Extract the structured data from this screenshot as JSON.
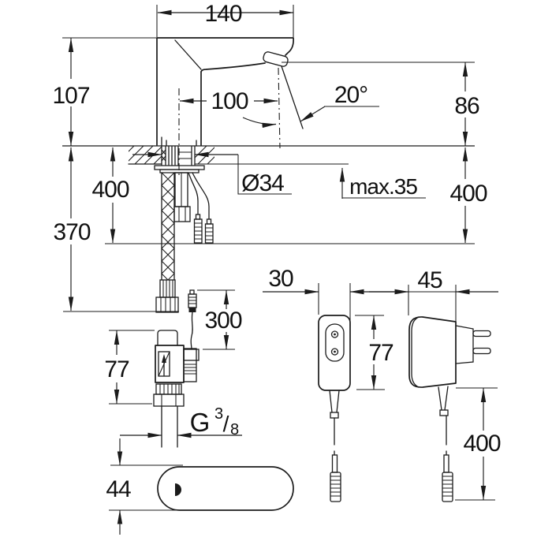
{
  "drawing": {
    "kind": "faucet-installation-dimension-drawing",
    "ink_color": "#1b1b1b",
    "background": "#ffffff"
  },
  "labels": {
    "top_width": "140",
    "body_height": "107",
    "spout_reach": "100",
    "spray_angle": "20°",
    "outlet_height": "86",
    "hole_diameter": "Ø34",
    "max_deck_thickness": "max.35",
    "right_below_deck": "400",
    "left_below_deck": "400",
    "hose_length": "370",
    "sensor_cable_length": "300",
    "valve_height": "77",
    "thread_g": "G",
    "thread_numerator": "3",
    "thread_slash": "/",
    "thread_denominator": "8",
    "base_width": "44",
    "psu_width": "30",
    "psu_depth": "45",
    "psu_height": "77",
    "psu_cable_length": "400"
  }
}
